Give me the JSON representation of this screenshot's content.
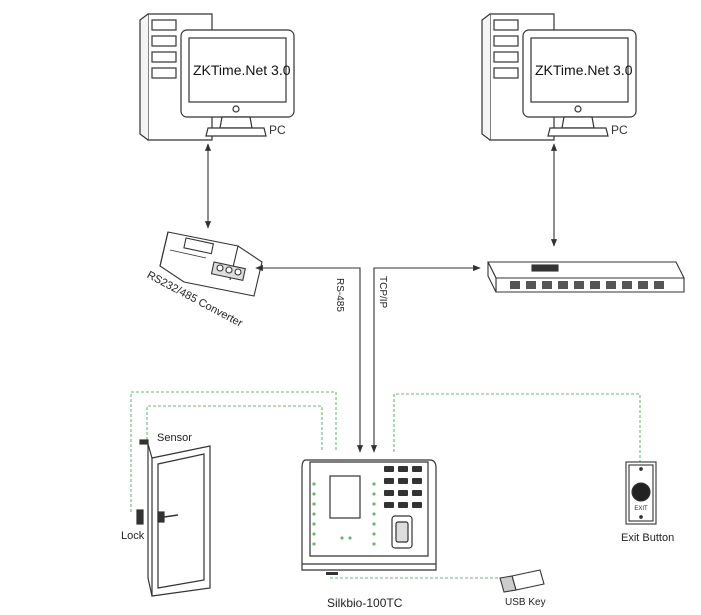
{
  "computers": [
    {
      "screen_text": "ZKTime.Net 3.0",
      "label": "PC"
    },
    {
      "screen_text": "ZKTime.Net 3.0",
      "label": "PC"
    }
  ],
  "converter": {
    "label": "RS232/485 Converter"
  },
  "connections": {
    "rs485_label": "RS-485",
    "tcpip_label": "TCP/IP"
  },
  "device": {
    "label": "Silkbio-100TC"
  },
  "peripherals": {
    "sensor_label": "Sensor",
    "lock_label": "Lock",
    "exit_button_label": "Exit Button",
    "exit_plate_text": "EXIT",
    "usb_key_label": "USB Key"
  },
  "colors": {
    "line": "#333333",
    "dashed_green": "#6cb86c",
    "fill": "#ffffff"
  }
}
